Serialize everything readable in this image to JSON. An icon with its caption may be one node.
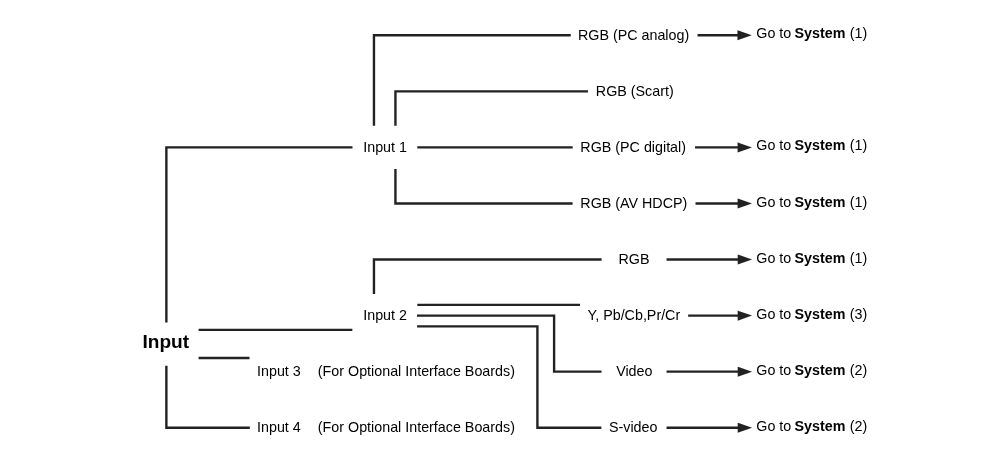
{
  "diagram": {
    "nodes": [
      {
        "text": [
          "Input"
        ]
      },
      {
        "text": [
          "Input 1"
        ]
      },
      {
        "text": [
          "RGB (PC analog)"
        ]
      },
      {
        "text": [
          "RGB (Scart)"
        ]
      },
      {
        "text": [
          "RGB (PC digital)"
        ]
      },
      {
        "text": [
          "RGB (AV HDCP)"
        ]
      },
      {
        "text": [
          "Input 2"
        ]
      },
      {
        "text": [
          "RGB"
        ]
      },
      {
        "text": [
          "Y, Pb/Cb,Pr/Cr"
        ]
      },
      {
        "text": [
          "Video"
        ]
      },
      {
        "text": [
          "S-video"
        ]
      },
      {
        "text": [
          "Input 3"
        ],
        "beside": [
          "(For Optional Interface Boards)"
        ]
      },
      {
        "text": [
          "Input 4"
        ],
        "beside": [
          "(For Optional Interface Boards)"
        ]
      },
      {
        "text": [
          "Go to **System** (1)"
        ]
      },
      {
        "text": [
          "Go to **System** (1)"
        ]
      },
      {
        "text": [
          "Go to **System** (1)"
        ]
      },
      {
        "text": [
          "Go to **System** (1)"
        ]
      },
      {
        "text": [
          "Go to **System** (3)"
        ]
      },
      {
        "text": [
          "Go to **System** (2)"
        ]
      },
      {
        "text": [
          "Go to **System** (2)"
        ]
      }
    ],
    "edges": [
      {
        "from": 0,
        "to": 1,
        "arrow": "none"
      },
      {
        "from": 0,
        "to": 6,
        "arrow": "none"
      },
      {
        "from": 0,
        "to": 11,
        "arrow": "none"
      },
      {
        "from": 0,
        "to": 12,
        "arrow": "none"
      },
      {
        "from": 1,
        "to": 2,
        "arrow": "none"
      },
      {
        "from": 1,
        "to": 3,
        "arrow": "none"
      },
      {
        "from": 1,
        "to": 4,
        "arrow": "none"
      },
      {
        "from": 1,
        "to": 5,
        "arrow": "none"
      },
      {
        "from": 6,
        "to": 7,
        "arrow": "none"
      },
      {
        "from": 6,
        "to": 8,
        "arrow": "none"
      },
      {
        "from": 6,
        "to": 9,
        "arrow": "none"
      },
      {
        "from": 6,
        "to": 10,
        "arrow": "none"
      },
      {
        "from": 2,
        "to": 13,
        "arrow": "to"
      },
      {
        "from": 4,
        "to": 14,
        "arrow": "to"
      },
      {
        "from": 5,
        "to": 15,
        "arrow": "to"
      },
      {
        "from": 7,
        "to": 16,
        "arrow": "to"
      },
      {
        "from": 8,
        "to": 17,
        "arrow": "to"
      },
      {
        "from": 9,
        "to": 18,
        "arrow": "to"
      },
      {
        "from": 10,
        "to": 19,
        "arrow": "to"
      }
    ]
  }
}
